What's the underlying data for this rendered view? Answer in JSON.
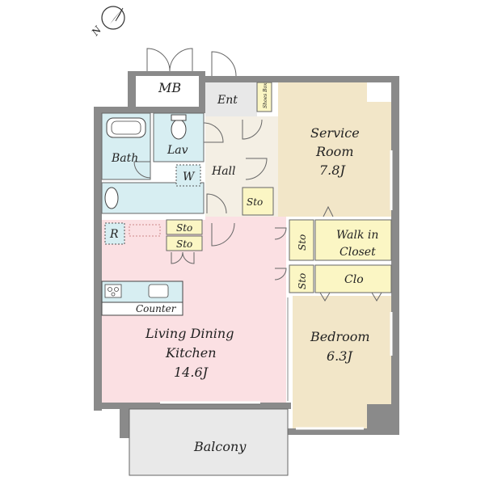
{
  "compass": {
    "label": "N"
  },
  "rooms": {
    "mb": "MB",
    "ent": "Ent",
    "shoes_box": "Shoes Box",
    "lav": "Lav",
    "bath": "Bath",
    "w": "W",
    "hall": "Hall",
    "service_room": {
      "line1": "Service",
      "line2": "Room",
      "size": "7.8J"
    },
    "sto_hall": "Sto",
    "sto_1": "Sto",
    "sto_2": "Sto",
    "r": "R",
    "sto_wic": "Sto",
    "walk_in_closet": {
      "line1": "Walk in",
      "line2": "Closet"
    },
    "sto_clo": "Sto",
    "clo": "Clo",
    "counter": "Counter",
    "ldk": {
      "line1": "Living Dining",
      "line2": "Kitchen",
      "size": "14.6J"
    },
    "bedroom": {
      "line1": "Bedroom",
      "size": "6.3J"
    },
    "balcony": "Balcony"
  },
  "colors": {
    "wall": "#8a8a8a",
    "ldk": "#fbe0e3",
    "service": "#f2e6c8",
    "bedroom": "#f2e6c8",
    "wet": "#d7eef2",
    "storage": "#fbf6c4",
    "hall": "#f4efe4",
    "entrance": "#e8e8e8",
    "balcony": "#e9e9e9"
  }
}
